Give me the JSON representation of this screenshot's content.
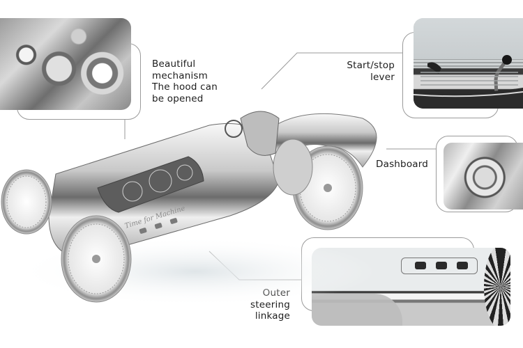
{
  "callouts": [
    {
      "id": "mechanism",
      "lines": [
        "Beautiful",
        "mechanism",
        "The hood can",
        "be opened"
      ],
      "align": "left"
    },
    {
      "id": "start-stop",
      "lines": [
        "Start/stop",
        "lever"
      ],
      "align": "right"
    },
    {
      "id": "dashboard",
      "lines": [
        "Dashboard"
      ],
      "align": "left"
    },
    {
      "id": "steering",
      "lines": [
        "Outer",
        "steering",
        "linkage"
      ],
      "align": "right"
    }
  ],
  "product": {
    "engraving": "Time for Machine"
  },
  "colors": {
    "background": "#ffffff",
    "frame_stroke": "#9a9a9a",
    "text": "#1c1c1c",
    "metal_light": "#f2f2f2",
    "metal_dark": "#6a6a6a"
  }
}
